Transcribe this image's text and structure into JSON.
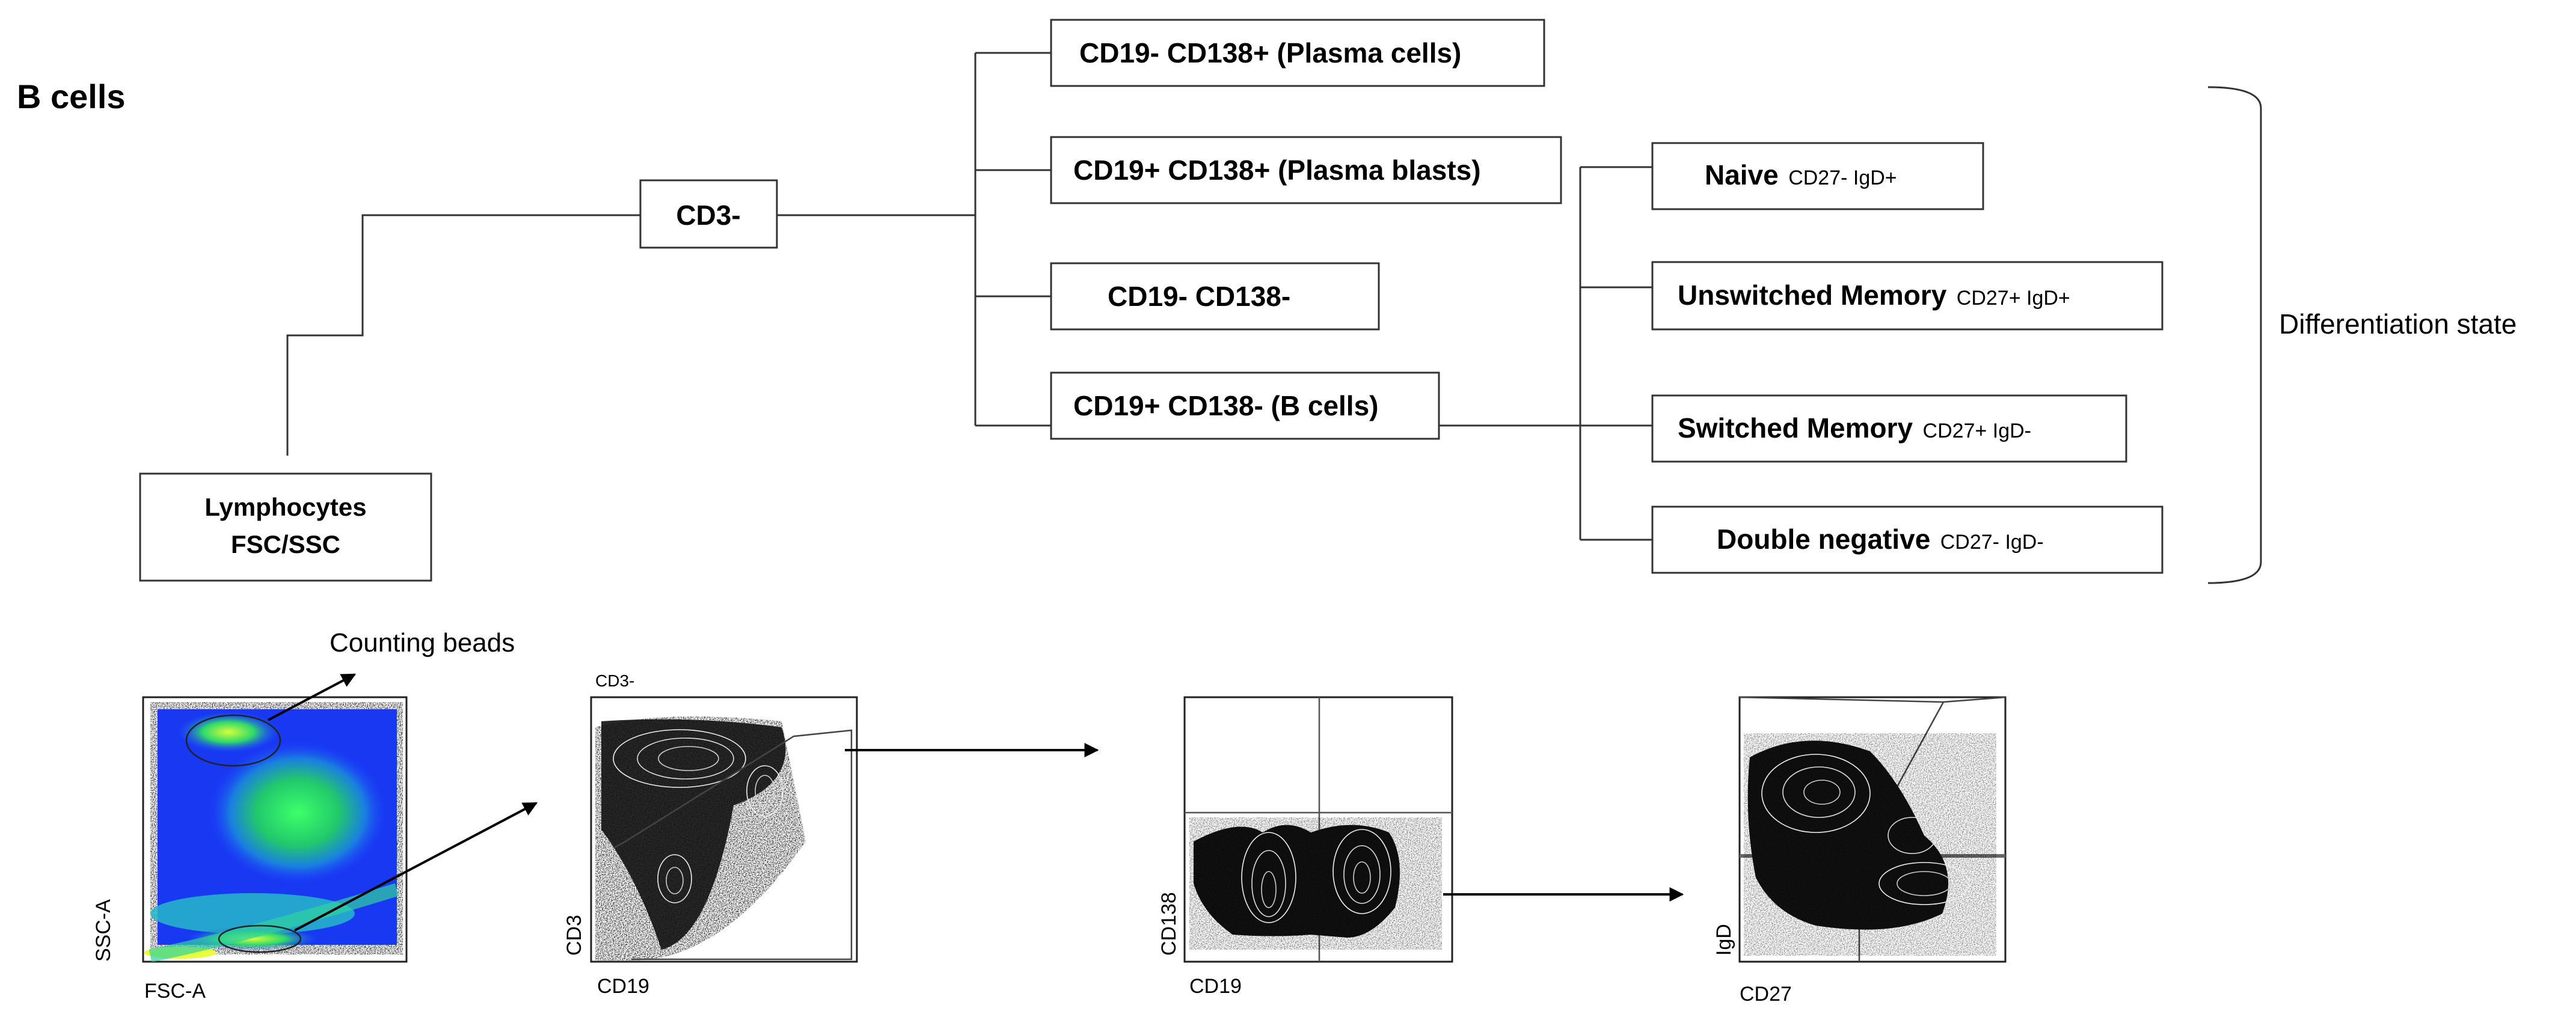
{
  "title": "B cells",
  "side_label": "Differentiation state",
  "nodes": {
    "lymphocytes_line1": "Lymphocytes",
    "lymphocytes_line2": "FSC/SSC",
    "cd3": "CD3-",
    "plasma_cells": "CD19- CD138+ (Plasma cells)",
    "plasma_blasts": "CD19+ CD138+ (Plasma blasts)",
    "double_neg_cd19": "CD19- CD138-",
    "b_cells": "CD19+ CD138- (B cells)",
    "naive": {
      "main": "Naive",
      "markers": "CD27- IgD+"
    },
    "unswitched": {
      "main": "Unswitched Memory",
      "markers": "CD27+ IgD+"
    },
    "switched": {
      "main": "Switched Memory",
      "markers": "CD27+ IgD-"
    },
    "double_negative": {
      "main": "Double negative",
      "markers": "CD27- IgD-"
    }
  },
  "plots": {
    "p1": {
      "annotation": "Counting beads",
      "xlabel": "FSC-A",
      "ylabel": "SSC-A"
    },
    "p2": {
      "gate_label": "CD3-",
      "xlabel": "CD19",
      "ylabel": "CD3"
    },
    "p3": {
      "xlabel": "CD19",
      "ylabel": "CD138"
    },
    "p4": {
      "xlabel": "CD27",
      "ylabel": "IgD"
    }
  },
  "colors": {
    "line": "#333333",
    "heat_low": "#1f3cff",
    "heat_mid": "#29d35a",
    "heat_high": "#00ff66"
  }
}
